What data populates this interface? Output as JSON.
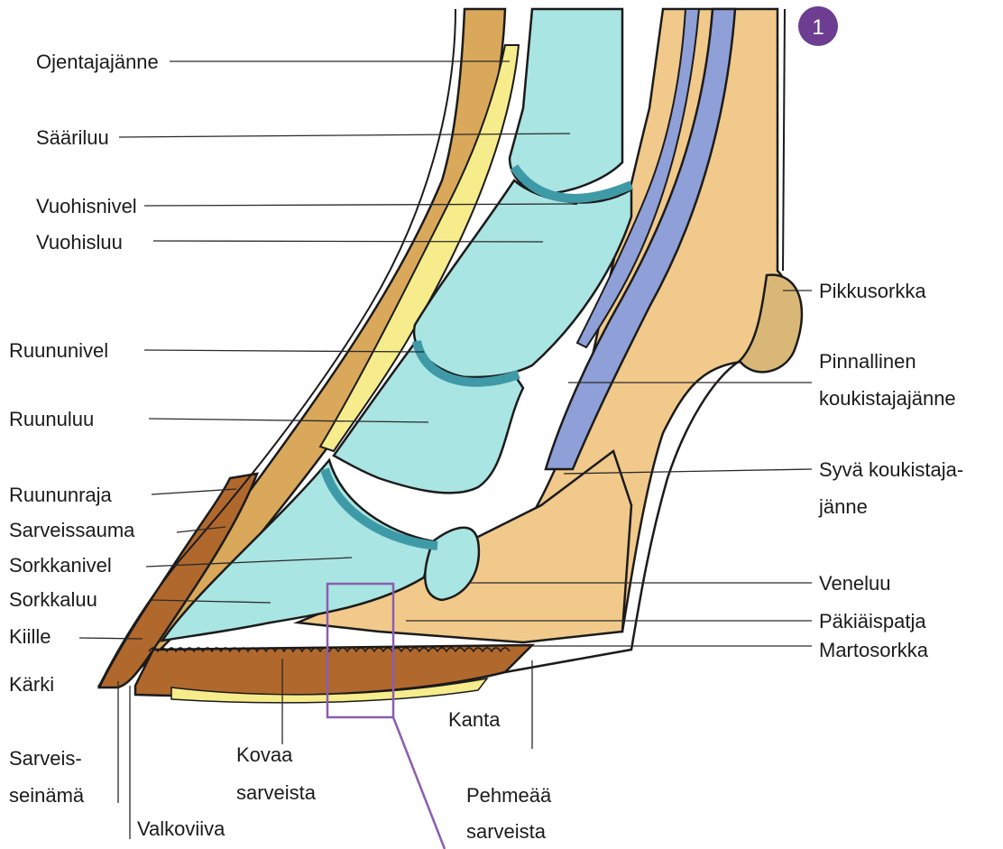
{
  "figure_number": "1",
  "colors": {
    "bone": "#a9e5e2",
    "joint_cartilage": "#3f9aa8",
    "tendon_tan": "#d9a85a",
    "soft_tissue": "#f1c98a",
    "horn_dark": "#b0682d",
    "deep_tendon": "#8f9fd8",
    "yellow_layer": "#f7ec8c",
    "zoom_frame": "#8a5db0",
    "badge": "#6c3d90"
  },
  "labels": {
    "ojentajajanne": "Ojentajajänne",
    "saariluu": "Sääriluu",
    "vuohisnivel": "Vuohisnivel",
    "vuohisluu": "Vuohisluu",
    "ruununivel": "Ruununivel",
    "ruunuluu": "Ruunuluu",
    "ruununraja": "Ruununraja",
    "sarveissauma": "Sarveissauma",
    "sorkkanivel": "Sorkkanivel",
    "sorkkaluu": "Sorkkaluu",
    "kiille": "Kiille",
    "karki": "Kärki",
    "sarveisseinama_1": "Sarveis-",
    "sarveisseinama_2": "seinämä",
    "valkoviiva": "Valkoviiva",
    "kovaa_1": "Kovaa",
    "kovaa_2": "sarveista",
    "kanta": "Kanta",
    "pehmeaa_1": "Pehmeää",
    "pehmeaa_2": "sarveista",
    "pikkusorkka": "Pikkusorkka",
    "pinnallinen_1": "Pinnallinen",
    "pinnallinen_2": "koukistajajänne",
    "syva_1": "Syvä koukistaja-",
    "syva_2": "jänne",
    "veneluu": "Veneluu",
    "pakiaispatja": "Päkiäispatja",
    "martosorkka": "Martosorkka"
  }
}
